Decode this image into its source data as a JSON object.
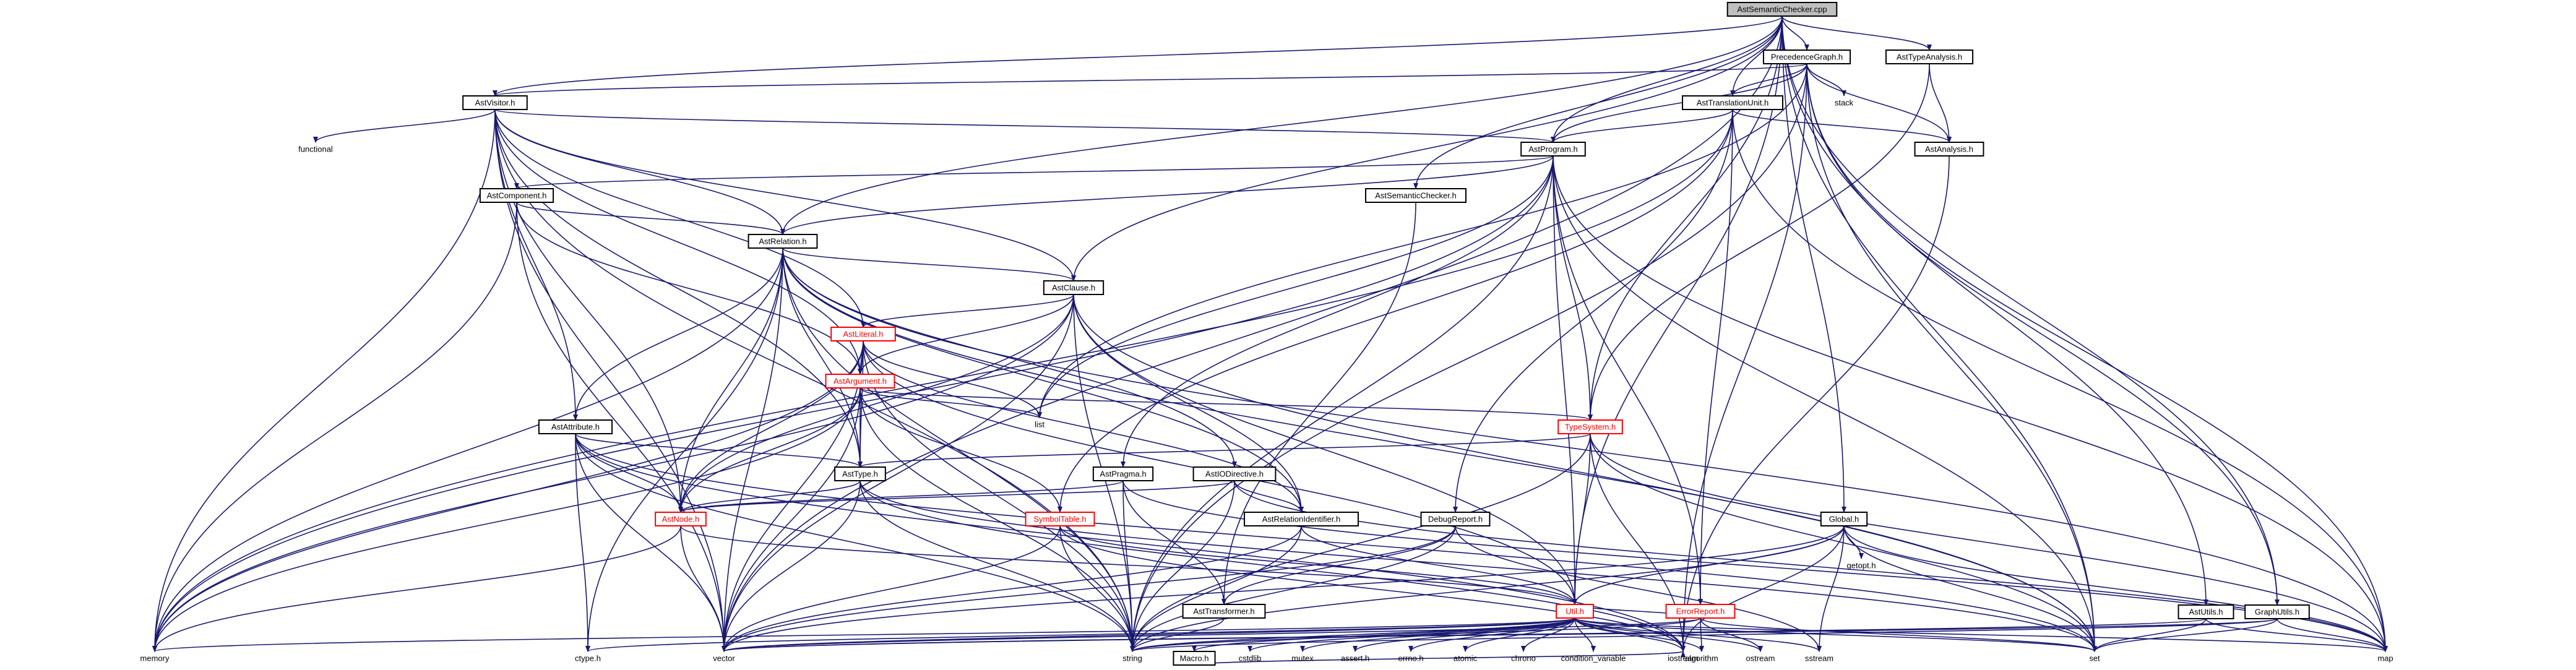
{
  "graph": {
    "colors": {
      "edge": "#191970",
      "root_fill": "#bfbfbf",
      "node_border": "#000000",
      "red_border": "#ff0000"
    },
    "nodes": [
      {
        "id": "AstSemanticChecker.cpp",
        "label": "AstSemanticChecker.cpp",
        "boxed": true,
        "root": true
      },
      {
        "id": "AstVisitor.h",
        "label": "AstVisitor.h",
        "boxed": true
      },
      {
        "id": "PrecedenceGraph.h",
        "label": "PrecedenceGraph.h",
        "boxed": true
      },
      {
        "id": "AstTypeAnalysis.h",
        "label": "AstTypeAnalysis.h",
        "boxed": true
      },
      {
        "id": "AstTranslationUnit.h",
        "label": "AstTranslationUnit.h",
        "boxed": true
      },
      {
        "id": "stack",
        "label": "stack",
        "boxed": false
      },
      {
        "id": "functional",
        "label": "functional",
        "boxed": false
      },
      {
        "id": "AstProgram.h",
        "label": "AstProgram.h",
        "boxed": true
      },
      {
        "id": "AstAnalysis.h",
        "label": "AstAnalysis.h",
        "boxed": true
      },
      {
        "id": "AstComponent.h",
        "label": "AstComponent.h",
        "boxed": true
      },
      {
        "id": "AstSemanticChecker.h",
        "label": "AstSemanticChecker.h",
        "boxed": true
      },
      {
        "id": "AstRelation.h",
        "label": "AstRelation.h",
        "boxed": true
      },
      {
        "id": "AstClause.h",
        "label": "AstClause.h",
        "boxed": true
      },
      {
        "id": "AstLiteral.h",
        "label": "AstLiteral.h",
        "boxed": true,
        "red": true
      },
      {
        "id": "AstArgument.h",
        "label": "AstArgument.h",
        "boxed": true,
        "red": true
      },
      {
        "id": "list",
        "label": "list",
        "boxed": false
      },
      {
        "id": "TypeSystem.h",
        "label": "TypeSystem.h",
        "boxed": true,
        "red": true
      },
      {
        "id": "AstAttribute.h",
        "label": "AstAttribute.h",
        "boxed": true
      },
      {
        "id": "AstType.h",
        "label": "AstType.h",
        "boxed": true
      },
      {
        "id": "AstPragma.h",
        "label": "AstPragma.h",
        "boxed": true
      },
      {
        "id": "AstIODirective.h",
        "label": "AstIODirective.h",
        "boxed": true
      },
      {
        "id": "AstNode.h",
        "label": "AstNode.h",
        "boxed": true,
        "red": true
      },
      {
        "id": "SymbolTable.h",
        "label": "SymbolTable.h",
        "boxed": true,
        "red": true
      },
      {
        "id": "AstRelationIdentifier.h",
        "label": "AstRelationIdentifier.h",
        "boxed": true
      },
      {
        "id": "DebugReport.h",
        "label": "DebugReport.h",
        "boxed": true
      },
      {
        "id": "Global.h",
        "label": "Global.h",
        "boxed": true
      },
      {
        "id": "getopt.h",
        "label": "getopt.h",
        "boxed": false
      },
      {
        "id": "AstUtils.h",
        "label": "AstUtils.h",
        "boxed": true
      },
      {
        "id": "GraphUtils.h",
        "label": "GraphUtils.h",
        "boxed": true
      },
      {
        "id": "AstTransformer.h",
        "label": "AstTransformer.h",
        "boxed": true
      },
      {
        "id": "Util.h",
        "label": "Util.h",
        "boxed": true,
        "red": true
      },
      {
        "id": "ErrorReport.h",
        "label": "ErrorReport.h",
        "boxed": true,
        "red": true
      },
      {
        "id": "memory",
        "label": "memory",
        "boxed": false
      },
      {
        "id": "ctype.h",
        "label": "ctype.h",
        "boxed": false
      },
      {
        "id": "vector",
        "label": "vector",
        "boxed": false
      },
      {
        "id": "string",
        "label": "string",
        "boxed": false
      },
      {
        "id": "Macro.h",
        "label": "Macro.h",
        "boxed": true
      },
      {
        "id": "cstdlib",
        "label": "cstdlib",
        "boxed": false
      },
      {
        "id": "mutex",
        "label": "mutex",
        "boxed": false
      },
      {
        "id": "assert.h",
        "label": "assert.h",
        "boxed": false
      },
      {
        "id": "errno.h",
        "label": "errno.h",
        "boxed": false
      },
      {
        "id": "atomic",
        "label": "atomic",
        "boxed": false
      },
      {
        "id": "chrono",
        "label": "chrono",
        "boxed": false
      },
      {
        "id": "condition_variable",
        "label": "condition_variable",
        "boxed": false
      },
      {
        "id": "algorithm",
        "label": "algorithm",
        "boxed": false
      },
      {
        "id": "ostream",
        "label": "ostream",
        "boxed": false
      },
      {
        "id": "sstream",
        "label": "sstream",
        "boxed": false
      },
      {
        "id": "set",
        "label": "set",
        "boxed": false
      },
      {
        "id": "map",
        "label": "map",
        "boxed": false
      },
      {
        "id": "iostream",
        "label": "iostream",
        "boxed": false
      }
    ],
    "edges": [
      [
        "AstSemanticChecker.cpp",
        "AstVisitor.h"
      ],
      [
        "AstSemanticChecker.cpp",
        "PrecedenceGraph.h"
      ],
      [
        "AstSemanticChecker.cpp",
        "AstTypeAnalysis.h"
      ],
      [
        "AstSemanticChecker.cpp",
        "AstTranslationUnit.h"
      ],
      [
        "AstSemanticChecker.cpp",
        "AstProgram.h"
      ],
      [
        "AstSemanticChecker.cpp",
        "AstSemanticChecker.h"
      ],
      [
        "AstSemanticChecker.cpp",
        "AstRelation.h"
      ],
      [
        "AstSemanticChecker.cpp",
        "AstClause.h"
      ],
      [
        "AstSemanticChecker.cpp",
        "TypeSystem.h"
      ],
      [
        "AstSemanticChecker.cpp",
        "Global.h"
      ],
      [
        "AstSemanticChecker.cpp",
        "AstUtils.h"
      ],
      [
        "AstSemanticChecker.cpp",
        "GraphUtils.h"
      ],
      [
        "AstSemanticChecker.cpp",
        "Util.h"
      ],
      [
        "AstSemanticChecker.cpp",
        "vector"
      ],
      [
        "AstSemanticChecker.cpp",
        "set"
      ],
      [
        "AstVisitor.h",
        "functional"
      ],
      [
        "AstVisitor.h",
        "AstProgram.h"
      ],
      [
        "AstVisitor.h",
        "AstRelation.h"
      ],
      [
        "AstVisitor.h",
        "AstClause.h"
      ],
      [
        "AstVisitor.h",
        "AstLiteral.h"
      ],
      [
        "AstVisitor.h",
        "AstArgument.h"
      ],
      [
        "AstVisitor.h",
        "AstAttribute.h"
      ],
      [
        "AstVisitor.h",
        "AstType.h"
      ],
      [
        "AstVisitor.h",
        "AstNode.h"
      ],
      [
        "AstVisitor.h",
        "memory"
      ],
      [
        "AstVisitor.h",
        "vector"
      ],
      [
        "AstVisitor.h",
        "string"
      ],
      [
        "PrecedenceGraph.h",
        "AstTranslationUnit.h"
      ],
      [
        "PrecedenceGraph.h",
        "stack"
      ],
      [
        "PrecedenceGraph.h",
        "AstProgram.h"
      ],
      [
        "PrecedenceGraph.h",
        "AstAnalysis.h"
      ],
      [
        "PrecedenceGraph.h",
        "AstVisitor.h"
      ],
      [
        "PrecedenceGraph.h",
        "GraphUtils.h"
      ],
      [
        "PrecedenceGraph.h",
        "list"
      ],
      [
        "PrecedenceGraph.h",
        "set"
      ],
      [
        "PrecedenceGraph.h",
        "map"
      ],
      [
        "PrecedenceGraph.h",
        "iostream"
      ],
      [
        "PrecedenceGraph.h",
        "string"
      ],
      [
        "AstTypeAnalysis.h",
        "AstAnalysis.h"
      ],
      [
        "AstTypeAnalysis.h",
        "TypeSystem.h"
      ],
      [
        "AstTranslationUnit.h",
        "AstProgram.h"
      ],
      [
        "AstTranslationUnit.h",
        "AstAnalysis.h"
      ],
      [
        "AstTranslationUnit.h",
        "SymbolTable.h"
      ],
      [
        "AstTranslationUnit.h",
        "DebugReport.h"
      ],
      [
        "AstTranslationUnit.h",
        "ErrorReport.h"
      ],
      [
        "AstTranslationUnit.h",
        "memory"
      ],
      [
        "AstTranslationUnit.h",
        "map"
      ],
      [
        "AstAnalysis.h",
        "iostream"
      ],
      [
        "AstProgram.h",
        "AstComponent.h"
      ],
      [
        "AstProgram.h",
        "AstRelation.h"
      ],
      [
        "AstProgram.h",
        "AstPragma.h"
      ],
      [
        "AstProgram.h",
        "TypeSystem.h"
      ],
      [
        "AstProgram.h",
        "ErrorReport.h"
      ],
      [
        "AstProgram.h",
        "Util.h"
      ],
      [
        "AstProgram.h",
        "list"
      ],
      [
        "AstProgram.h",
        "memory"
      ],
      [
        "AstProgram.h",
        "set"
      ],
      [
        "AstProgram.h",
        "map"
      ],
      [
        "AstProgram.h",
        "string"
      ],
      [
        "AstComponent.h",
        "AstRelation.h"
      ],
      [
        "AstComponent.h",
        "AstArgument.h"
      ],
      [
        "AstComponent.h",
        "memory"
      ],
      [
        "AstComponent.h",
        "vector"
      ],
      [
        "AstSemanticChecker.h",
        "AstTransformer.h"
      ],
      [
        "AstRelation.h",
        "AstClause.h"
      ],
      [
        "AstRelation.h",
        "AstAttribute.h"
      ],
      [
        "AstRelation.h",
        "AstIODirective.h"
      ],
      [
        "AstRelation.h",
        "AstRelationIdentifier.h"
      ],
      [
        "AstRelation.h",
        "AstType.h"
      ],
      [
        "AstRelation.h",
        "AstNode.h"
      ],
      [
        "AstRelation.h",
        "memory"
      ],
      [
        "AstRelation.h",
        "vector"
      ],
      [
        "AstRelation.h",
        "string"
      ],
      [
        "AstRelation.h",
        "set"
      ],
      [
        "AstRelation.h",
        "map"
      ],
      [
        "AstRelation.h",
        "ctype.h"
      ],
      [
        "AstClause.h",
        "AstLiteral.h"
      ],
      [
        "AstClause.h",
        "AstArgument.h"
      ],
      [
        "AstClause.h",
        "AstRelationIdentifier.h"
      ],
      [
        "AstClause.h",
        "AstNode.h"
      ],
      [
        "AstClause.h",
        "Util.h"
      ],
      [
        "AstClause.h",
        "memory"
      ],
      [
        "AstClause.h",
        "vector"
      ],
      [
        "AstClause.h",
        "string"
      ],
      [
        "AstClause.h",
        "set"
      ],
      [
        "AstLiteral.h",
        "AstArgument.h"
      ],
      [
        "AstLiteral.h",
        "AstRelationIdentifier.h"
      ],
      [
        "AstLiteral.h",
        "AstNode.h"
      ],
      [
        "AstLiteral.h",
        "AstType.h"
      ],
      [
        "AstLiteral.h",
        "list"
      ],
      [
        "AstLiteral.h",
        "memory"
      ],
      [
        "AstLiteral.h",
        "string"
      ],
      [
        "AstLiteral.h",
        "vector"
      ],
      [
        "AstLiteral.h",
        "Util.h"
      ],
      [
        "AstArgument.h",
        "AstNode.h"
      ],
      [
        "AstArgument.h",
        "AstType.h"
      ],
      [
        "AstArgument.h",
        "SymbolTable.h"
      ],
      [
        "AstArgument.h",
        "TypeSystem.h"
      ],
      [
        "AstArgument.h",
        "list"
      ],
      [
        "AstArgument.h",
        "memory"
      ],
      [
        "AstArgument.h",
        "string"
      ],
      [
        "AstArgument.h",
        "vector"
      ],
      [
        "TypeSystem.h",
        "AstType.h"
      ],
      [
        "TypeSystem.h",
        "Util.h"
      ],
      [
        "TypeSystem.h",
        "set"
      ],
      [
        "TypeSystem.h",
        "map"
      ],
      [
        "TypeSystem.h",
        "iostream"
      ],
      [
        "TypeSystem.h",
        "string"
      ],
      [
        "AstAttribute.h",
        "AstNode.h"
      ],
      [
        "AstAttribute.h",
        "AstType.h"
      ],
      [
        "AstAttribute.h",
        "string"
      ],
      [
        "AstAttribute.h",
        "vector"
      ],
      [
        "AstAttribute.h",
        "ctype.h"
      ],
      [
        "AstAttribute.h",
        "iostream"
      ],
      [
        "AstAttribute.h",
        "set"
      ],
      [
        "AstType.h",
        "AstNode.h"
      ],
      [
        "AstType.h",
        "string"
      ],
      [
        "AstType.h",
        "vector"
      ],
      [
        "AstType.h",
        "iostream"
      ],
      [
        "AstType.h",
        "set"
      ],
      [
        "AstPragma.h",
        "AstNode.h"
      ],
      [
        "AstPragma.h",
        "AstTransformer.h"
      ],
      [
        "AstPragma.h",
        "string"
      ],
      [
        "AstPragma.h",
        "map"
      ],
      [
        "AstIODirective.h",
        "AstNode.h"
      ],
      [
        "AstIODirective.h",
        "AstRelationIdentifier.h"
      ],
      [
        "AstIODirective.h",
        "string"
      ],
      [
        "AstIODirective.h",
        "map"
      ],
      [
        "AstNode.h",
        "memory"
      ],
      [
        "AstNode.h",
        "Util.h"
      ],
      [
        "AstNode.h",
        "vector"
      ],
      [
        "SymbolTable.h",
        "Util.h"
      ],
      [
        "SymbolTable.h",
        "vector"
      ],
      [
        "SymbolTable.h",
        "string"
      ],
      [
        "SymbolTable.h",
        "iostream"
      ],
      [
        "AstRelationIdentifier.h",
        "string"
      ],
      [
        "AstRelationIdentifier.h",
        "vector"
      ],
      [
        "AstRelationIdentifier.h",
        "Util.h"
      ],
      [
        "DebugReport.h",
        "AstTransformer.h"
      ],
      [
        "DebugReport.h",
        "string"
      ],
      [
        "DebugReport.h",
        "vector"
      ],
      [
        "DebugReport.h",
        "sstream"
      ],
      [
        "Global.h",
        "getopt.h"
      ],
      [
        "Global.h",
        "Util.h"
      ],
      [
        "Global.h",
        "string"
      ],
      [
        "Global.h",
        "vector"
      ],
      [
        "Global.h",
        "set"
      ],
      [
        "Global.h",
        "map"
      ],
      [
        "Global.h",
        "iostream"
      ],
      [
        "Global.h",
        "sstream"
      ],
      [
        "AstUtils.h",
        "set"
      ],
      [
        "AstUtils.h",
        "map"
      ],
      [
        "AstUtils.h",
        "vector"
      ],
      [
        "GraphUtils.h",
        "set"
      ],
      [
        "GraphUtils.h",
        "map"
      ],
      [
        "GraphUtils.h",
        "vector"
      ],
      [
        "GraphUtils.h",
        "string"
      ],
      [
        "AstTransformer.h",
        "string"
      ],
      [
        "Util.h",
        "Macro.h"
      ],
      [
        "Util.h",
        "cstdlib"
      ],
      [
        "Util.h",
        "mutex"
      ],
      [
        "Util.h",
        "assert.h"
      ],
      [
        "Util.h",
        "errno.h"
      ],
      [
        "Util.h",
        "atomic"
      ],
      [
        "Util.h",
        "chrono"
      ],
      [
        "Util.h",
        "condition_variable"
      ],
      [
        "Util.h",
        "algorithm"
      ],
      [
        "Util.h",
        "ostream"
      ],
      [
        "Util.h",
        "sstream"
      ],
      [
        "Util.h",
        "set"
      ],
      [
        "Util.h",
        "map"
      ],
      [
        "Util.h",
        "memory"
      ],
      [
        "Util.h",
        "ctype.h"
      ],
      [
        "Util.h",
        "vector"
      ],
      [
        "Util.h",
        "string"
      ],
      [
        "Util.h",
        "iostream"
      ],
      [
        "ErrorReport.h",
        "Util.h"
      ],
      [
        "ErrorReport.h",
        "algorithm"
      ],
      [
        "ErrorReport.h",
        "ostream"
      ],
      [
        "ErrorReport.h",
        "set"
      ],
      [
        "ErrorReport.h",
        "vector"
      ],
      [
        "ErrorReport.h",
        "string"
      ],
      [
        "Macro.h",
        "iostream"
      ]
    ]
  }
}
